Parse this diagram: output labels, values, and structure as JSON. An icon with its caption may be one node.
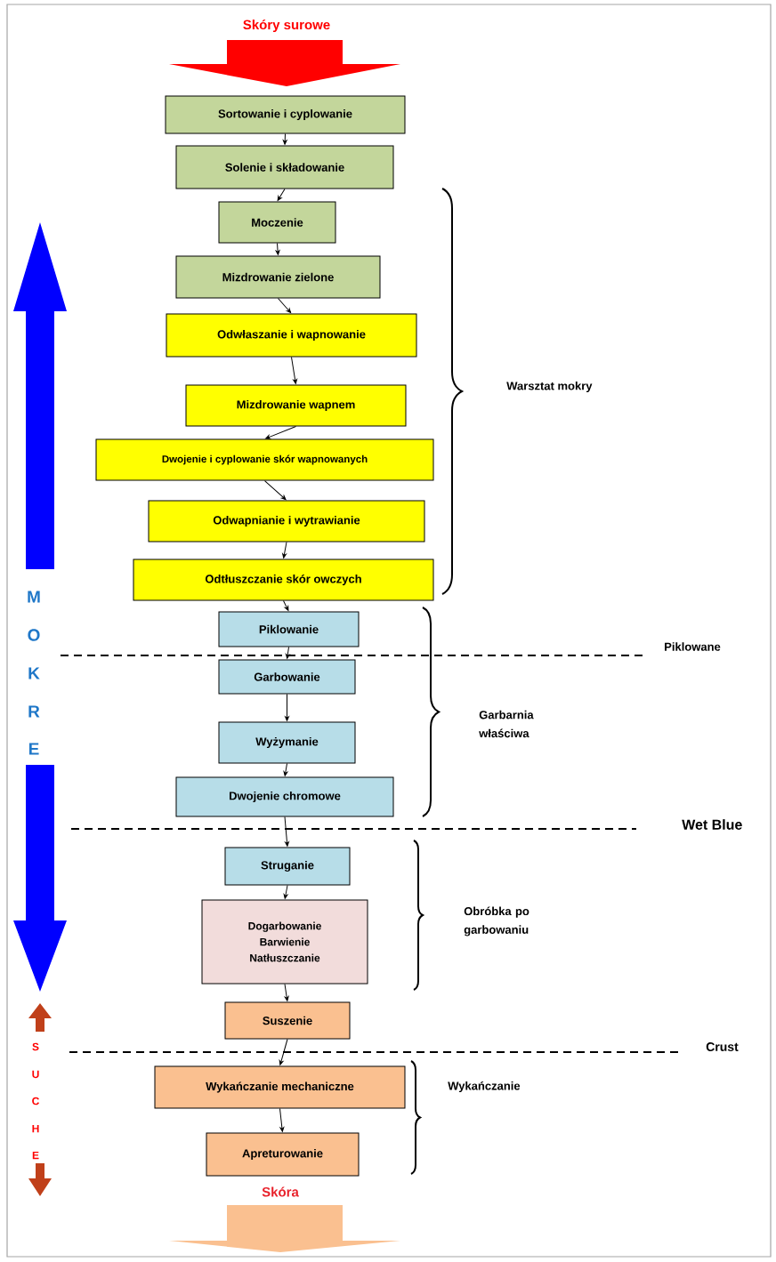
{
  "diagram": {
    "nodes": [
      {
        "text": [
          "Skóry surowe"
        ]
      },
      {
        "text": [
          "Sortowanie i cyplowanie"
        ]
      },
      {
        "text": [
          "Solenie i składowanie"
        ]
      },
      {
        "text": [
          "Moczenie"
        ]
      },
      {
        "text": [
          "Mizdrowanie zielone"
        ]
      },
      {
        "text": [
          "Odwłaszanie i wapnowanie"
        ]
      },
      {
        "text": [
          "Mizdrowanie wapnem"
        ]
      },
      {
        "text": [
          "Dwojenie i cyplowanie skór wapnowanych"
        ]
      },
      {
        "text": [
          "Odwapnianie i wytrawianie"
        ]
      },
      {
        "text": [
          "Odtłuszczanie skór owczych"
        ]
      },
      {
        "text": [
          "Piklowanie"
        ]
      },
      {
        "text": [
          "Garbowanie"
        ]
      },
      {
        "text": [
          "Wyżymanie"
        ]
      },
      {
        "text": [
          "Dwojenie chromowe"
        ]
      },
      {
        "text": [
          "Struganie"
        ]
      },
      {
        "text": [
          "Dogarbowanie",
          "Barwienie",
          "Natłuszczanie"
        ]
      },
      {
        "text": [
          "Suszenie"
        ]
      },
      {
        "text": [
          "Wykańczanie mechaniczne"
        ]
      },
      {
        "text": [
          "Apreturowanie"
        ]
      },
      {
        "text": [
          "Skóra"
        ]
      }
    ],
    "edges": [
      {
        "from": 1,
        "to": 2,
        "arrow": "to"
      },
      {
        "from": 2,
        "to": 3,
        "arrow": "to"
      },
      {
        "from": 3,
        "to": 4,
        "arrow": "to"
      },
      {
        "from": 4,
        "to": 5,
        "arrow": "to"
      },
      {
        "from": 5,
        "to": 6,
        "arrow": "to"
      },
      {
        "from": 6,
        "to": 7,
        "arrow": "to"
      },
      {
        "from": 7,
        "to": 8,
        "arrow": "to"
      },
      {
        "from": 8,
        "to": 9,
        "arrow": "to"
      },
      {
        "from": 9,
        "to": 10,
        "arrow": "to"
      },
      {
        "from": 10,
        "to": 11,
        "arrow": "to"
      },
      {
        "from": 11,
        "to": 12,
        "arrow": "to"
      },
      {
        "from": 12,
        "to": 13,
        "arrow": "to"
      },
      {
        "from": 13,
        "to": 14,
        "arrow": "to"
      },
      {
        "from": 14,
        "to": 15,
        "arrow": "to"
      },
      {
        "from": 15,
        "to": 16,
        "arrow": "to"
      },
      {
        "from": 16,
        "to": 17,
        "arrow": "to"
      },
      {
        "from": 17,
        "to": 18,
        "arrow": "to"
      }
    ],
    "labels": [
      "Warsztat mokry",
      "M",
      "O",
      "Piklowane",
      "K",
      "Garbarnia właściwa",
      "R",
      "E",
      "Wet Blue",
      "Obróbka po garbowaniu",
      "Crust",
      "S",
      "U",
      "C",
      "H",
      "Wykańczanie",
      "E"
    ]
  }
}
